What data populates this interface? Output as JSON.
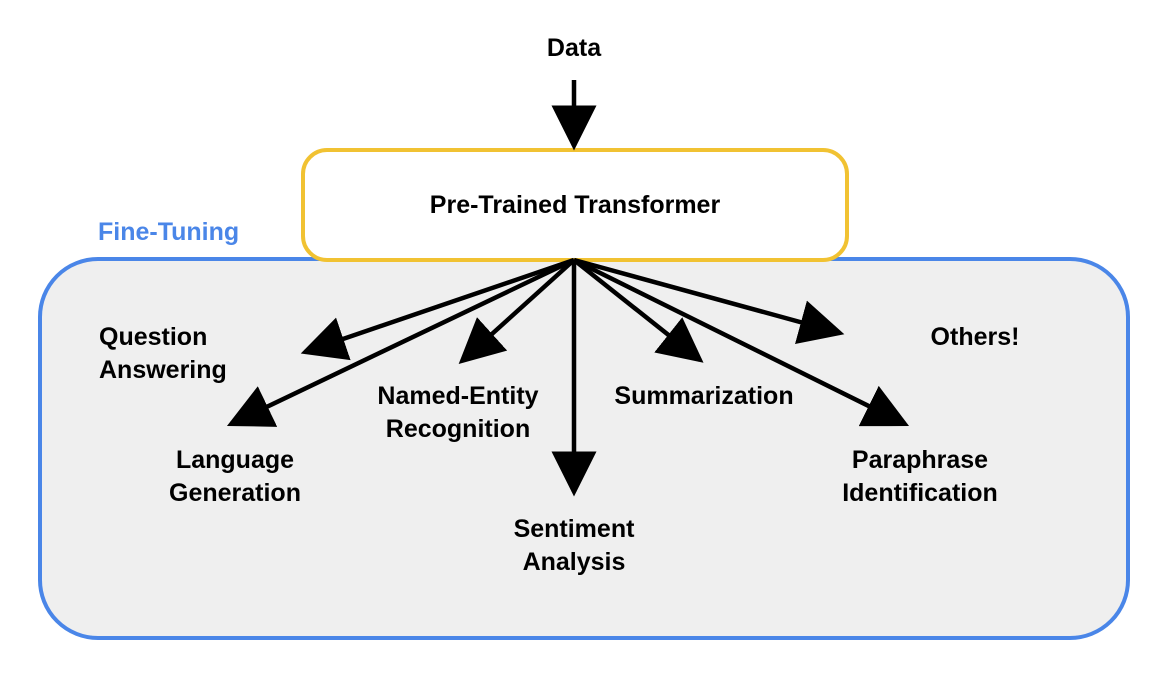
{
  "colors": {
    "finetune_border": "#4a86e8",
    "finetune_fill": "#efefef",
    "finetune_label": "#4a86e8",
    "transformer_border": "#f1c232",
    "arrows": "#000000"
  },
  "diagram": {
    "input_label": "Data",
    "model_label": "Pre-Trained Transformer",
    "region_label": "Fine-Tuning",
    "tasks": {
      "question_answering": "Question\nAnswering",
      "language_generation": "Language\nGeneration",
      "named_entity_recognition": "Named-Entity\nRecognition",
      "sentiment_analysis": "Sentiment\nAnalysis",
      "summarization": "Summarization",
      "paraphrase_identification": "Paraphrase\nIdentification",
      "others": "Others!"
    }
  }
}
